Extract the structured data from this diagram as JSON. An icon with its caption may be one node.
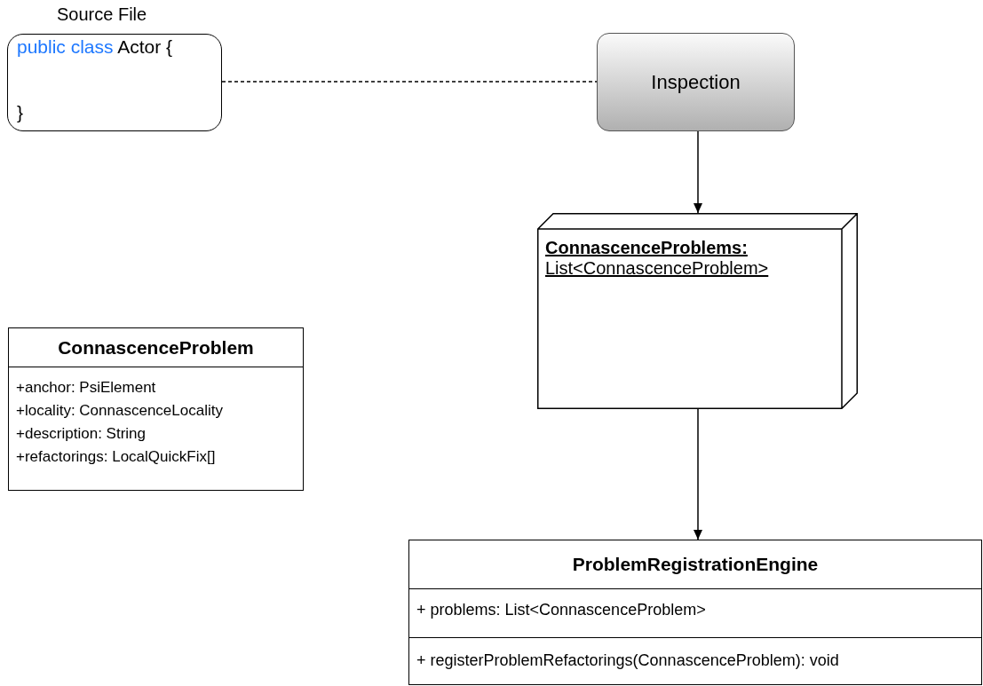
{
  "diagram": {
    "nodes": [
      {
        "text": [
          "Source File",
          "public class",
          "Actor {",
          "}"
        ]
      },
      {
        "text": [
          "Inspection"
        ]
      },
      {
        "text": [
          "ConnascenceProblems:",
          "List<ConnascenceProblem>"
        ]
      },
      {
        "text": [
          "ConnascenceProblem",
          "+anchor: PsiElement",
          "+locality: ConnascenceLocality",
          "+description: String",
          "+refactorings: LocalQuickFix[]"
        ]
      },
      {
        "text": [
          "ProblemRegistrationEngine",
          "+ problems: List<ConnascenceProblem>",
          "+ registerProblemRefactorings(ConnascenceProblem): void"
        ]
      }
    ],
    "edges": [
      {
        "from": 0,
        "to": 1,
        "arrow": "none",
        "style": "dashed"
      },
      {
        "from": 1,
        "to": 2,
        "arrow": "to"
      },
      {
        "from": 2,
        "to": 4,
        "arrow": "to"
      }
    ]
  }
}
